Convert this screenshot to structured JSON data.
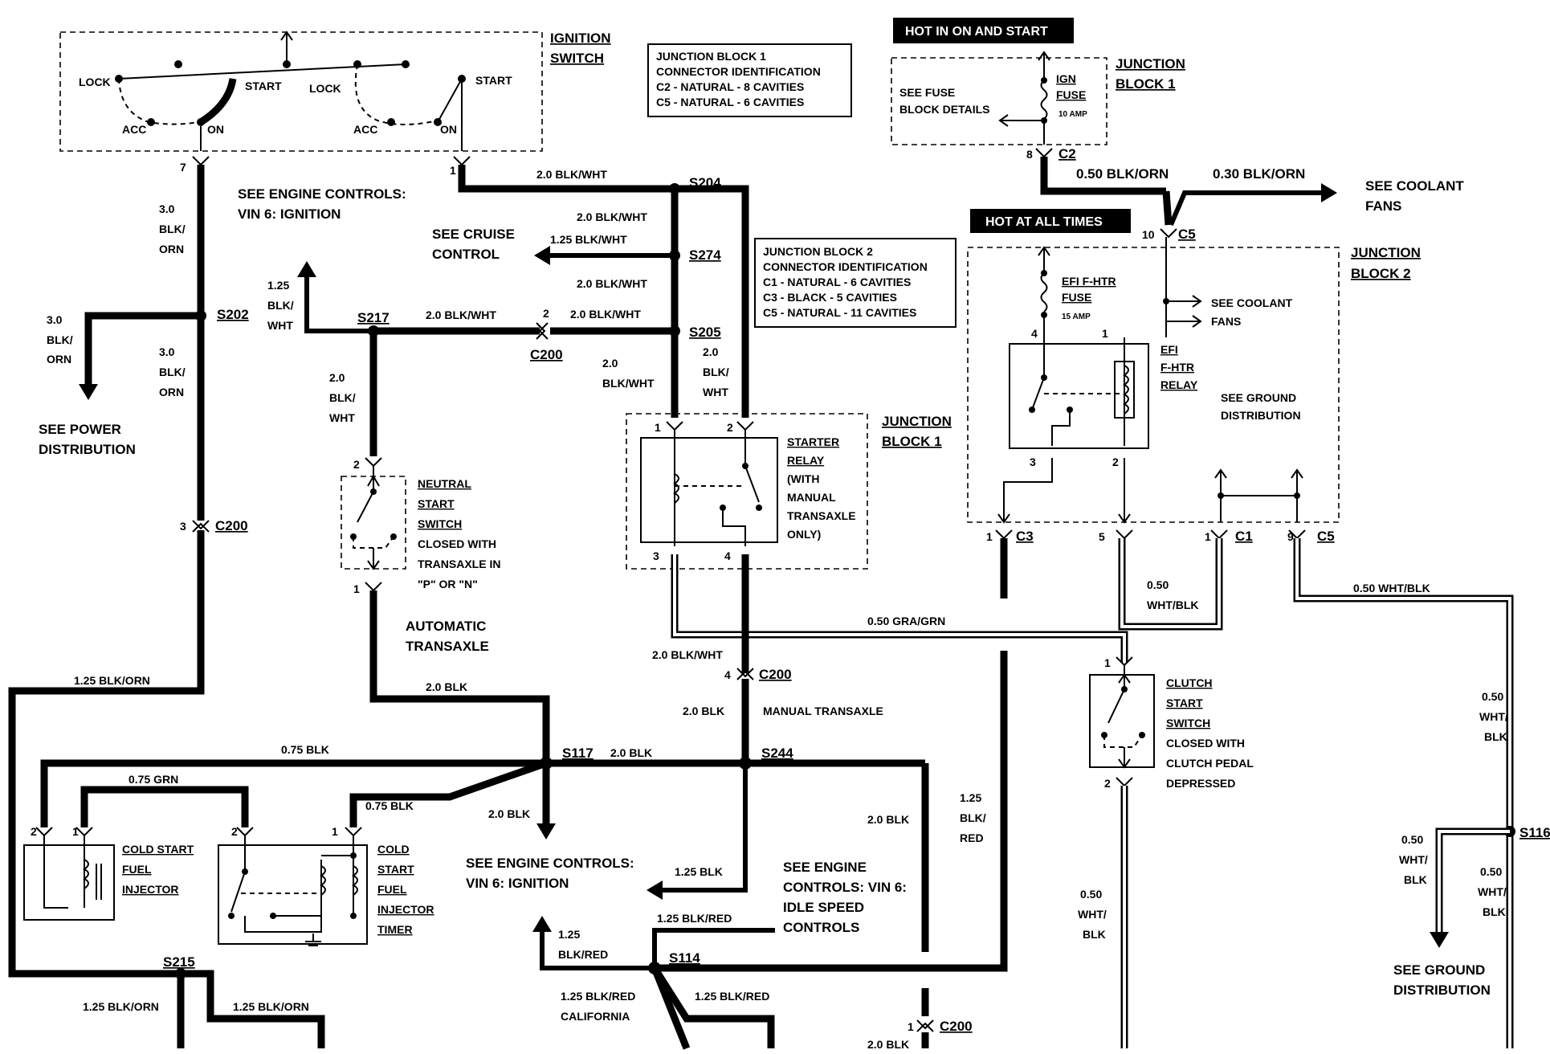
{
  "ignition": {
    "title1": "IGNITION",
    "title2": "SWITCH",
    "lock": "LOCK",
    "start": "START",
    "acc": "ACC",
    "on": "ON"
  },
  "jb1_id": {
    "l1": "JUNCTION BLOCK 1",
    "l2": "CONNECTOR IDENTIFICATION",
    "l3": "C2 - NATURAL - 8 CAVITIES",
    "l4": "C5 - NATURAL - 6 CAVITIES"
  },
  "jb2_id": {
    "l1": "JUNCTION BLOCK 2",
    "l2": "CONNECTOR IDENTIFICATION",
    "l3": "C1 - NATURAL - 6 CAVITIES",
    "l4": "C3 - BLACK - 5 CAVITIES",
    "l5": "C5 - NATURAL - 11 CAVITIES"
  },
  "hot_on_start": "HOT IN ON AND START",
  "hot_all_times": "HOT AT ALL TIMES",
  "jb1_top": {
    "title1": "JUNCTION",
    "title2": "BLOCK 1",
    "see_fuse1": "SEE FUSE",
    "see_fuse2": "BLOCK DETAILS",
    "fuse1": "IGN",
    "fuse2": "FUSE",
    "amp": "10 AMP"
  },
  "jb2": {
    "title1": "JUNCTION",
    "title2": "BLOCK 2",
    "fuse1": "EFI F-HTR",
    "fuse2": "FUSE",
    "amp": "15 AMP",
    "relay1": "EFI",
    "relay2": "F-HTR",
    "relay3": "RELAY",
    "coolant1": "SEE COOLANT",
    "coolant2": "FANS",
    "ground1": "SEE GROUND",
    "ground2": "DISTRIBUTION"
  },
  "starter": {
    "title1": "JUNCTION",
    "title2": "BLOCK 1",
    "relay1": "STARTER",
    "relay2": "RELAY",
    "note1": "(WITH",
    "note2": "MANUAL",
    "note3": "TRANSAXLE",
    "note4": "ONLY)"
  },
  "neutral": {
    "l1": "NEUTRAL",
    "l2": "START",
    "l3": "SWITCH",
    "l4": "CLOSED WITH",
    "l5": "TRANSAXLE IN",
    "l6": "\"P\" OR \"N\""
  },
  "clutch": {
    "l1": "CLUTCH",
    "l2": "START",
    "l3": "SWITCH",
    "l4": "CLOSED WITH",
    "l5": "CLUTCH PEDAL",
    "l6": "DEPRESSED"
  },
  "csfi": {
    "l1": "COLD START",
    "l2": "FUEL",
    "l3": "INJECTOR"
  },
  "timer": {
    "l1": "COLD",
    "l2": "START",
    "l3": "FUEL",
    "l4": "INJECTOR",
    "l5": "TIMER"
  },
  "refs": {
    "engine_ign1": "SEE ENGINE CONTROLS:",
    "engine_ign2": "VIN 6: IGNITION",
    "cruise1": "SEE CRUISE",
    "cruise2": "CONTROL",
    "power1": "SEE POWER",
    "power2": "DISTRIBUTION",
    "coolant1": "SEE COOLANT",
    "coolant2": "FANS",
    "ground1": "SEE GROUND",
    "ground2": "DISTRIBUTION",
    "engine_bot1": "SEE ENGINE CONTROLS:",
    "engine_bot2": "VIN 6: IGNITION",
    "idle1": "SEE ENGINE",
    "idle2": "CONTROLS: VIN 6:",
    "idle3": "IDLE SPEED",
    "idle4": "CONTROLS",
    "auto1": "AUTOMATIC",
    "auto2": "TRANSAXLE",
    "manual": "MANUAL TRANSAXLE",
    "california": "CALIFORNIA"
  },
  "wires": {
    "w_2blkwht": "2.0 BLK/WHT",
    "w_125blkwht": "1.25 BLK/WHT",
    "w_125": "1.25",
    "w_blk_": "BLK/",
    "w_wht": "WHT",
    "w_20": "2.0",
    "w_30": "3.0",
    "w_orn": "ORN",
    "w_05blkorn": "0.50 BLK/ORN",
    "w_03blkorn": "0.30 BLK/ORN",
    "w_blkwht": "BLK/WHT",
    "w_05gragrn": "0.50 GRA/GRN",
    "w_05": "0.50",
    "w_whtblk": "WHT/BLK",
    "w_05whtblk": "0.50 WHT/BLK",
    "w_wht_": "WHT/",
    "w_blk": "BLK",
    "w_125blkorn": "1.25 BLK/ORN",
    "w_2blk": "2.0 BLK",
    "w_075blk": "0.75 BLK",
    "w_075grn": "0.75 GRN",
    "w_125blk": "1.25 BLK",
    "w_125blkred": "1.25 BLK/RED",
    "w_blkred": "BLK/RED",
    "w_red": "RED",
    "w_blkred_": "BLK/"
  },
  "splices": {
    "s204": "S204",
    "s274": "S274",
    "s205": "S205",
    "s217": "S217",
    "s202": "S202",
    "s117": "S117",
    "s244": "S244",
    "s215": "S215",
    "s114": "S114",
    "s116": "S116"
  },
  "conn": {
    "c200": "C200",
    "c2": "C2",
    "c5": "C5",
    "c3": "C3",
    "c1": "C1"
  },
  "pins": {
    "p1": "1",
    "p2": "2",
    "p3": "3",
    "p4": "4",
    "p5": "5",
    "p7": "7",
    "p8": "8",
    "p9": "9",
    "p10": "10"
  }
}
